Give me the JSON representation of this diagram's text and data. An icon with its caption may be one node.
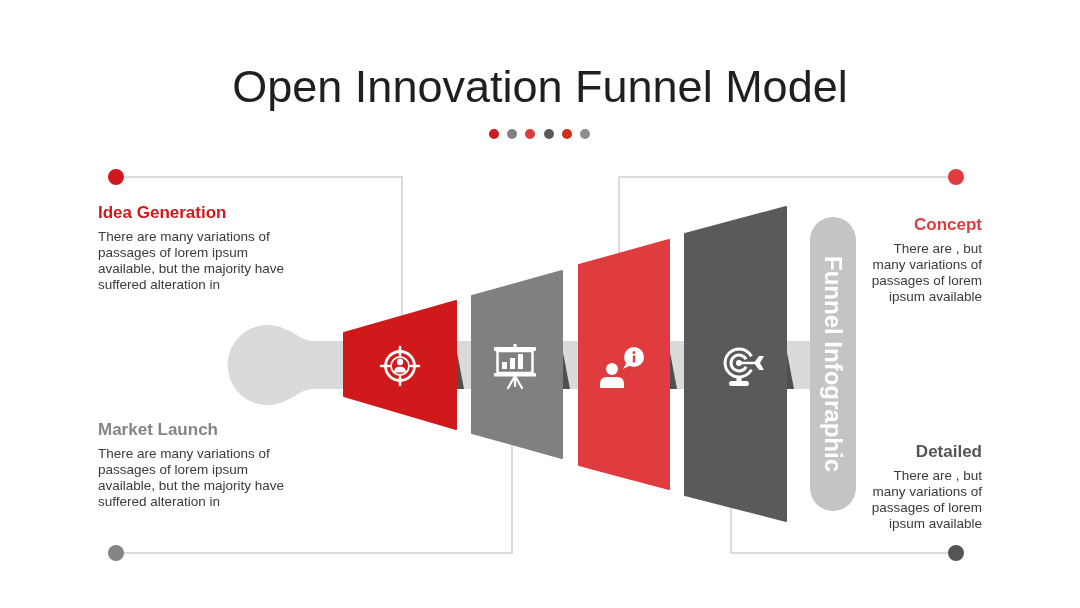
{
  "diagram": {
    "title": "Open Innovation Funnel Model",
    "nodes": [
      {
        "text": [
          "Idea Generation",
          "There are many variations of passages of lorem ipsum available, but the majority have suffered alteration in"
        ]
      },
      {
        "text": [
          "Market Launch",
          "There are many variations of passages of lorem ipsum available, but the majority have suffered alteration in"
        ]
      },
      {
        "text": [],
        "shape": "trapezoid"
      },
      {
        "text": [],
        "shape": "trapezoid"
      },
      {
        "text": [],
        "shape": "trapezoid"
      },
      {
        "text": [],
        "shape": "trapezoid"
      },
      {
        "text": [
          "Funnel Infographic"
        ]
      },
      {
        "text": [
          "Concept",
          "There are , but many variations of passages of lorem ipsum available"
        ]
      },
      {
        "text": [
          "Detailed",
          "There are , but many variations of passages of lorem ipsum available"
        ]
      }
    ],
    "edges": [
      {
        "from": 0,
        "to": 2,
        "arrow": "other"
      },
      {
        "from": 1,
        "to": 3,
        "arrow": "other"
      },
      {
        "from": 7,
        "to": 4,
        "arrow": "other"
      },
      {
        "from": 8,
        "to": 5,
        "arrow": "other"
      }
    ]
  }
}
